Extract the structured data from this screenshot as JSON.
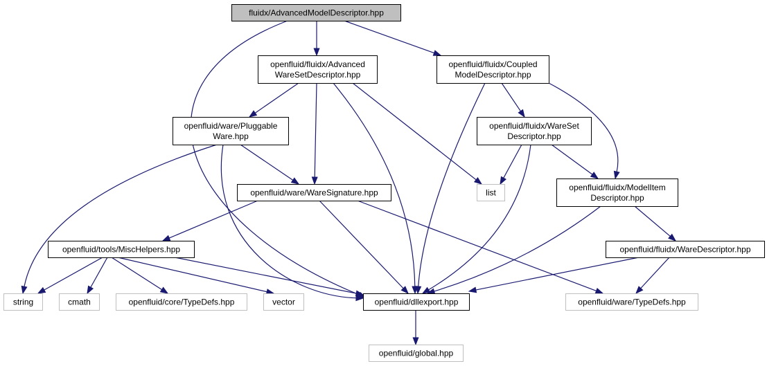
{
  "diagram": {
    "nodes": [
      {
        "id": "root",
        "lines": [
          "fluidx/AdvancedModelDescriptor.hpp"
        ],
        "style": "root"
      },
      {
        "id": "awsd",
        "lines": [
          "openfluid/fluidx/Advanced",
          "WareSetDescriptor.hpp"
        ],
        "style": "normal"
      },
      {
        "id": "cmd",
        "lines": [
          "openfluid/fluidx/Coupled",
          "ModelDescriptor.hpp"
        ],
        "style": "normal"
      },
      {
        "id": "pw",
        "lines": [
          "openfluid/ware/Pluggable",
          "Ware.hpp"
        ],
        "style": "normal"
      },
      {
        "id": "wsd",
        "lines": [
          "openfluid/fluidx/WareSet",
          "Descriptor.hpp"
        ],
        "style": "normal"
      },
      {
        "id": "wsig",
        "lines": [
          "openfluid/ware/WareSignature.hpp"
        ],
        "style": "normal"
      },
      {
        "id": "list",
        "lines": [
          "list"
        ],
        "style": "external"
      },
      {
        "id": "mid",
        "lines": [
          "openfluid/fluidx/ModelItem",
          "Descriptor.hpp"
        ],
        "style": "normal"
      },
      {
        "id": "mh",
        "lines": [
          "openfluid/tools/MiscHelpers.hpp"
        ],
        "style": "normal"
      },
      {
        "id": "wd",
        "lines": [
          "openfluid/fluidx/WareDescriptor.hpp"
        ],
        "style": "normal"
      },
      {
        "id": "string",
        "lines": [
          "string"
        ],
        "style": "external"
      },
      {
        "id": "cmath",
        "lines": [
          "cmath"
        ],
        "style": "external"
      },
      {
        "id": "ctd",
        "lines": [
          "openfluid/core/TypeDefs.hpp"
        ],
        "style": "external"
      },
      {
        "id": "vector",
        "lines": [
          "vector"
        ],
        "style": "external"
      },
      {
        "id": "dll",
        "lines": [
          "openfluid/dllexport.hpp"
        ],
        "style": "normal"
      },
      {
        "id": "wtd",
        "lines": [
          "openfluid/ware/TypeDefs.hpp"
        ],
        "style": "external"
      },
      {
        "id": "glob",
        "lines": [
          "openfluid/global.hpp"
        ],
        "style": "external"
      }
    ],
    "edges": [
      {
        "from": "root",
        "to": "awsd"
      },
      {
        "from": "root",
        "to": "cmd"
      },
      {
        "from": "root",
        "to": "dll"
      },
      {
        "from": "awsd",
        "to": "pw"
      },
      {
        "from": "awsd",
        "to": "wsig"
      },
      {
        "from": "awsd",
        "to": "dll"
      },
      {
        "from": "awsd",
        "to": "list"
      },
      {
        "from": "cmd",
        "to": "wsd"
      },
      {
        "from": "cmd",
        "to": "mid"
      },
      {
        "from": "cmd",
        "to": "dll"
      },
      {
        "from": "pw",
        "to": "string"
      },
      {
        "from": "pw",
        "to": "wsig"
      },
      {
        "from": "pw",
        "to": "dll"
      },
      {
        "from": "wsd",
        "to": "list"
      },
      {
        "from": "wsd",
        "to": "mid"
      },
      {
        "from": "wsd",
        "to": "dll"
      },
      {
        "from": "wsig",
        "to": "mh"
      },
      {
        "from": "wsig",
        "to": "dll"
      },
      {
        "from": "wsig",
        "to": "wtd"
      },
      {
        "from": "mid",
        "to": "wd"
      },
      {
        "from": "mid",
        "to": "dll"
      },
      {
        "from": "mh",
        "to": "string"
      },
      {
        "from": "mh",
        "to": "cmath"
      },
      {
        "from": "mh",
        "to": "ctd"
      },
      {
        "from": "mh",
        "to": "vector"
      },
      {
        "from": "mh",
        "to": "dll"
      },
      {
        "from": "wd",
        "to": "dll"
      },
      {
        "from": "wd",
        "to": "wtd"
      },
      {
        "from": "dll",
        "to": "glob"
      }
    ]
  },
  "colors": {
    "edge": "#191970",
    "root_fill": "#bfbfbf",
    "node_border": "#000000",
    "external_border": "#bfbfbf"
  }
}
